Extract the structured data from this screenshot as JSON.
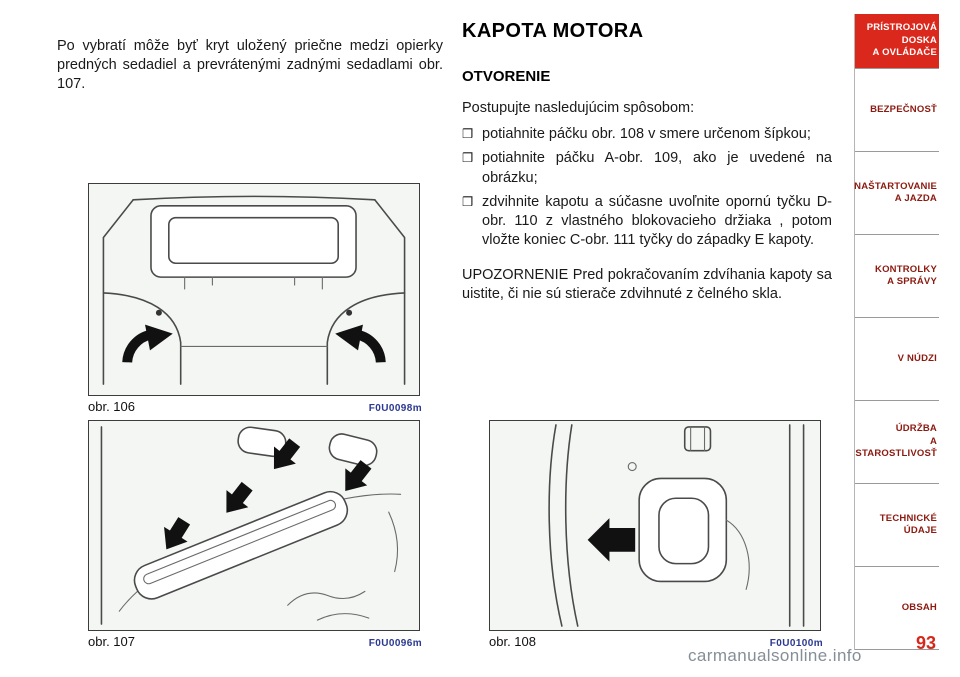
{
  "page": {
    "number": "93",
    "watermark": "carmanualsonline.info"
  },
  "left_column": {
    "intro": "Po vybratí môže byť kryt uložený priečne medzi opierky predných sedadiel a prevrátenými zadnými sedadlami obr. 107.",
    "figure_106": {
      "caption": "obr. 106",
      "code": "F0U0098m"
    },
    "figure_107": {
      "caption": "obr. 107",
      "code": "F0U0096m"
    }
  },
  "main": {
    "title": "KAPOTA MOTORA",
    "section": "OTVORENIE",
    "intro": "Postupujte nasledujúcim spôsobom:",
    "bullet_glyph": "❒",
    "bullets": [
      "potiahnite páčku obr. 108 v smere určenom šípkou;",
      "potiahnite páčku A-obr. 109, ako je uvedené na obrázku;",
      "zdvihnite kapotu a súčasne uvoľnite opornú tyčku D-obr. 110 z vlastného blokovacieho držiaka , potom vložte koniec C-obr. 111 tyčky do západky E kapoty."
    ],
    "warning": "UPOZORNENIE Pred pokračovaním zdvíhania kapoty sa uistite, či nie sú stierače zdvihnuté z čelného skla.",
    "figure_108": {
      "caption": "obr. 108",
      "code": "F0U0100m"
    }
  },
  "sidebar": {
    "items": [
      {
        "label": "PRÍSTROJOVÁ\nDOSKA\nA OVLÁDAČE"
      },
      {
        "label": "BEZPEČNOSŤ"
      },
      {
        "label": "NAŠTARTOVANIE\nA JAZDA"
      },
      {
        "label": "KONTROLKY\nA SPRÁVY"
      },
      {
        "label": "V NÚDZI"
      },
      {
        "label": "ÚDRŽBA\nA STAROSTLIVOSŤ"
      },
      {
        "label": "TECHNICKÉ ÚDAJE"
      },
      {
        "label": "OBSAH"
      }
    ]
  }
}
